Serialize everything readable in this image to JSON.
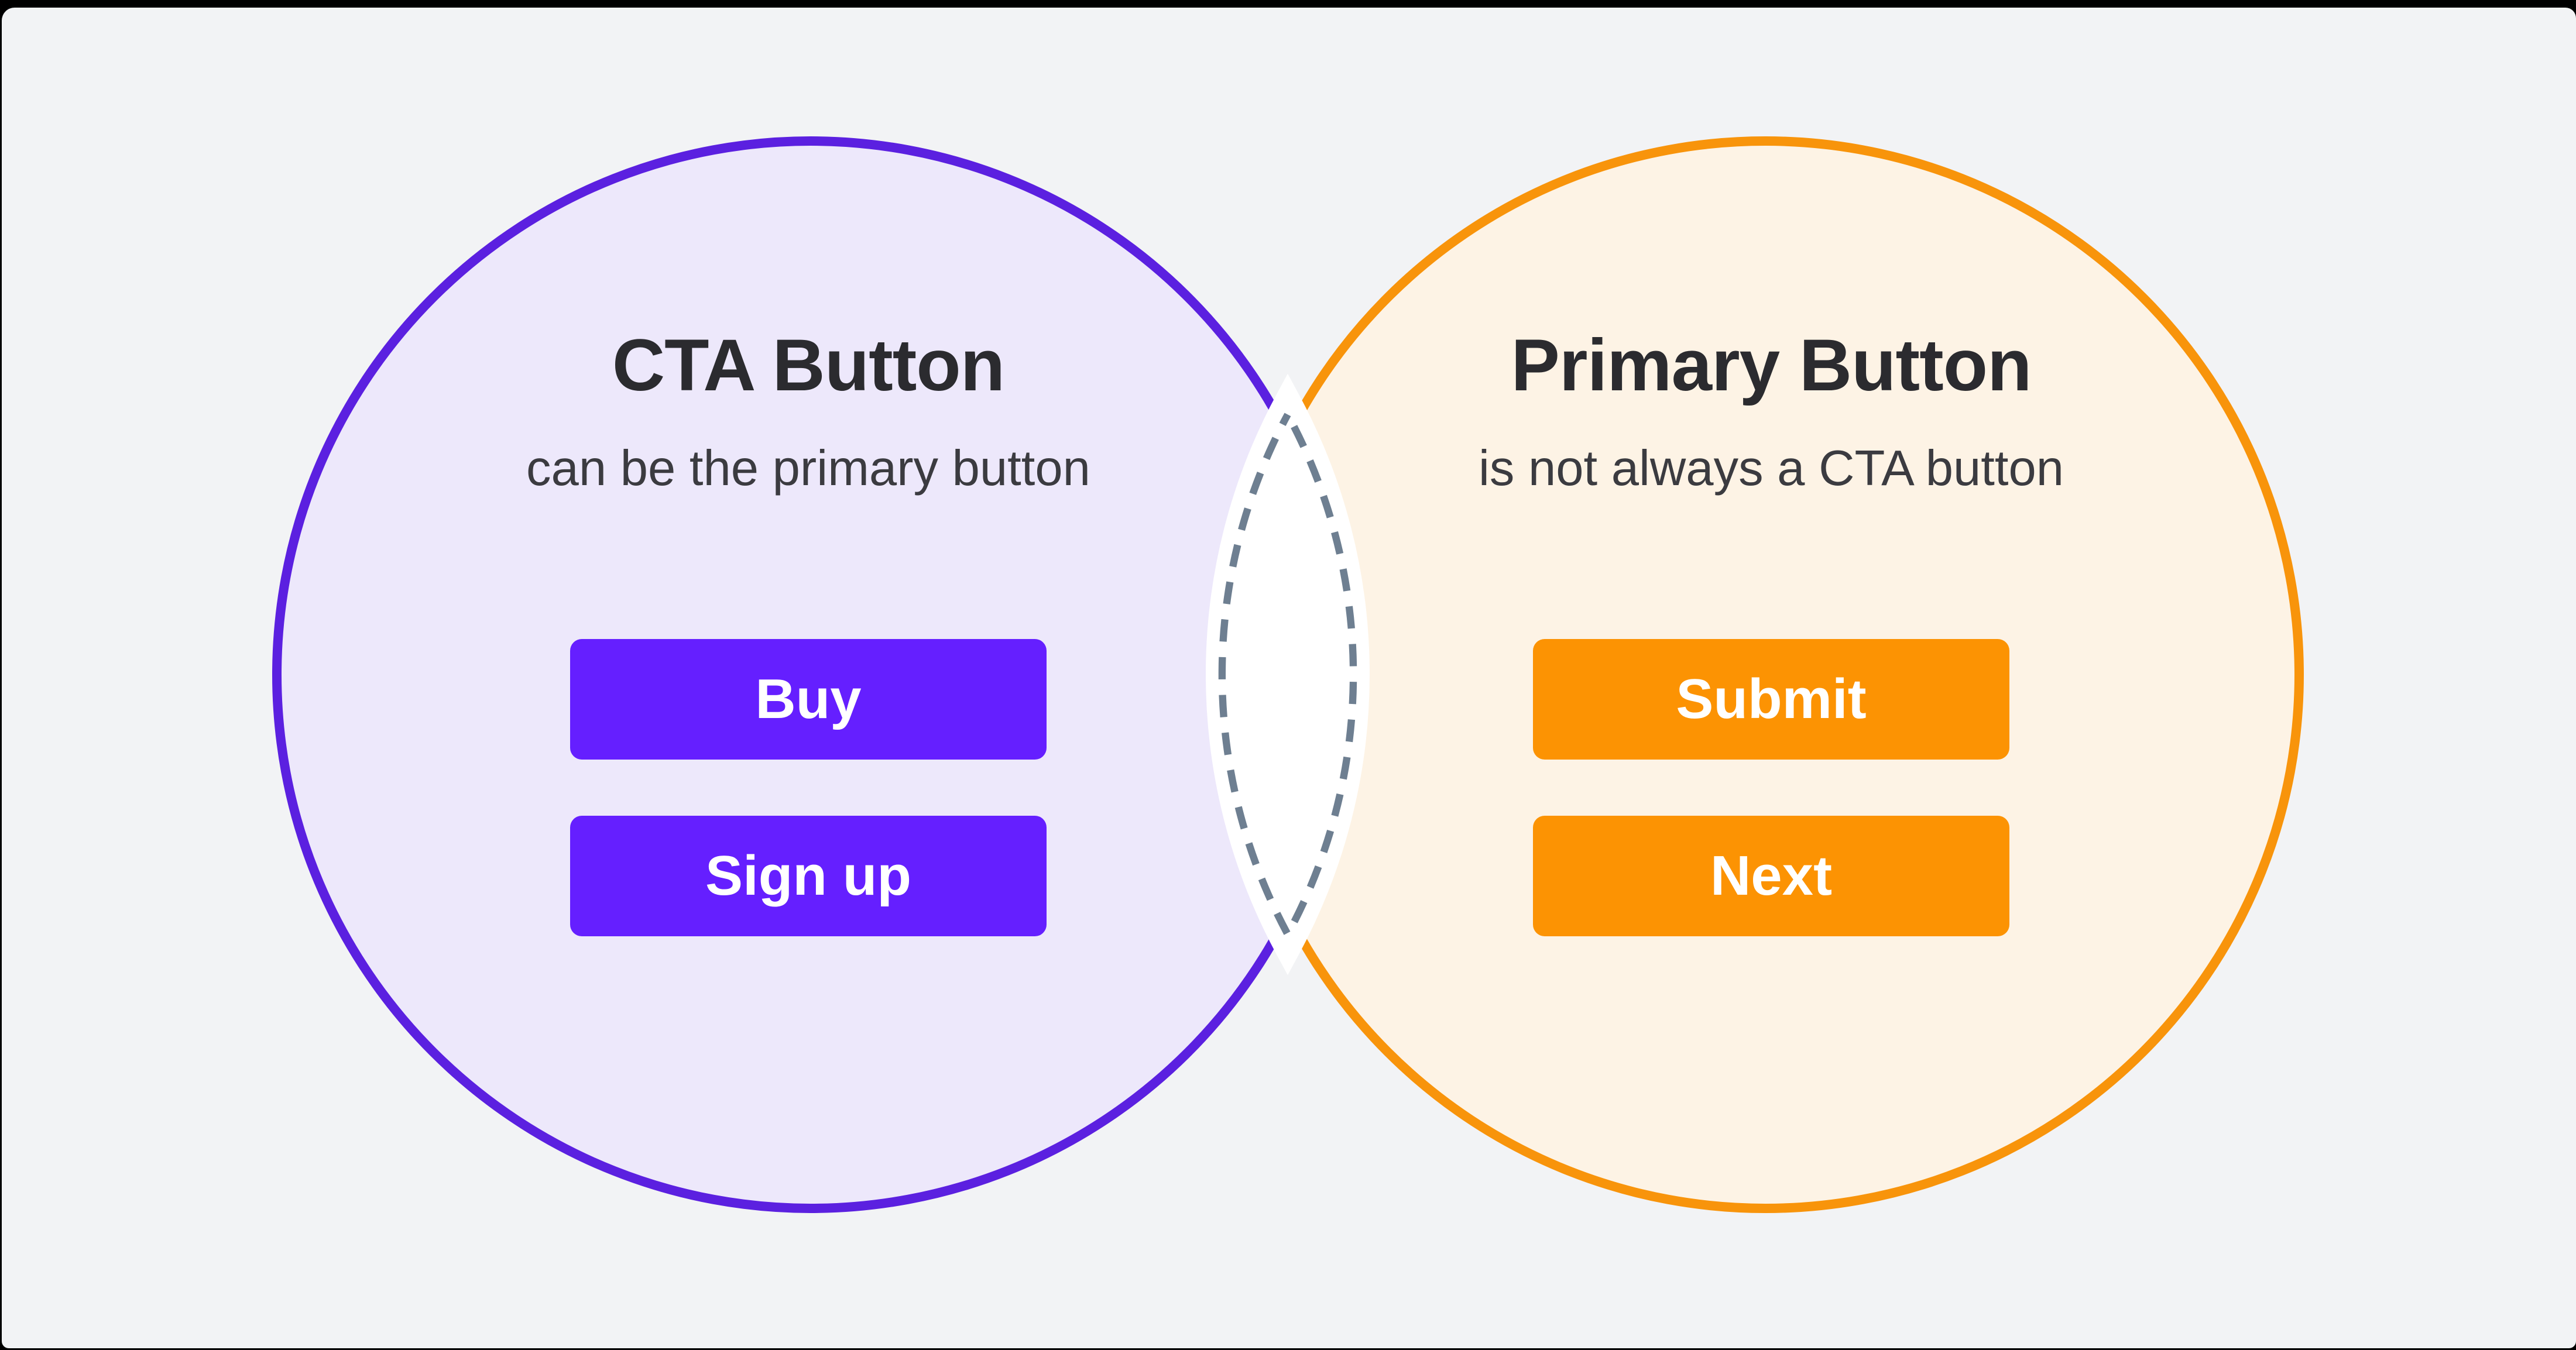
{
  "colors": {
    "frame": "#000000",
    "background": "#F2F3F5",
    "left_fill": "#EDE8FB",
    "left_stroke": "#5B20E0",
    "left_button": "#651FFF",
    "right_fill": "#FDF3E5",
    "right_stroke": "#F8940B",
    "right_button": "#FC9303",
    "lens_fill": "#FFFFFF",
    "lens_dash": "#6E7F91",
    "title_text": "#2B2B2F",
    "subtitle_text": "#3B3B40",
    "button_text": "#FFFFFF"
  },
  "diagram": {
    "type": "venn",
    "left": {
      "title": "CTA Button",
      "subtitle": "can be the primary button",
      "buttons": [
        "Buy",
        "Sign up"
      ]
    },
    "right": {
      "title": "Primary Button",
      "subtitle": "is not always a CTA button",
      "buttons": [
        "Submit",
        "Next"
      ]
    }
  }
}
